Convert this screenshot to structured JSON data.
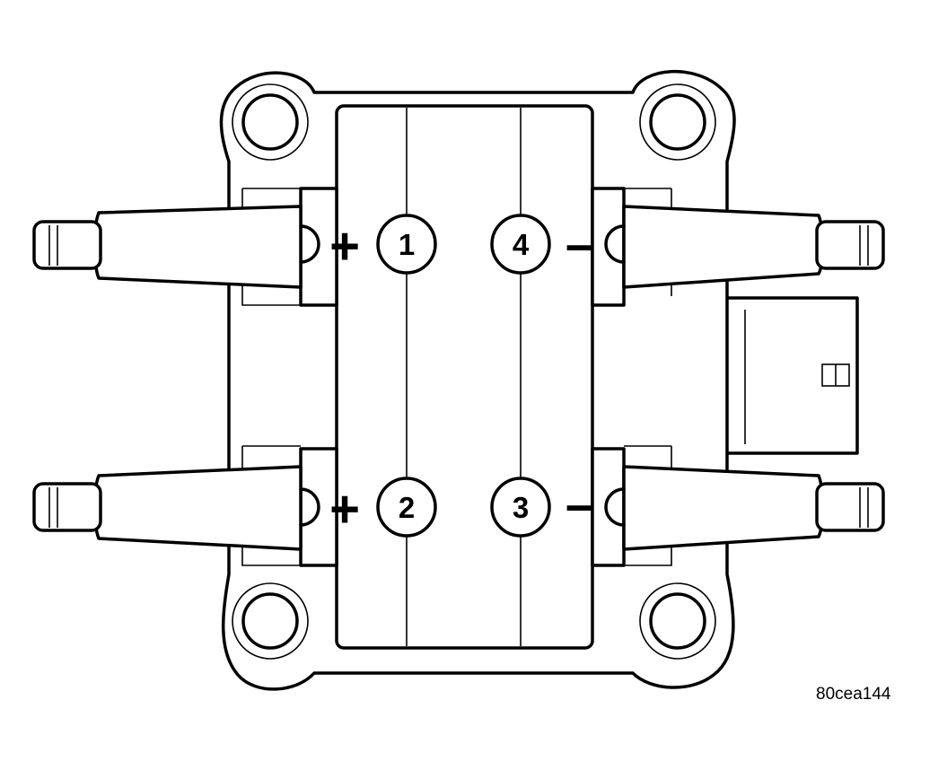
{
  "coil_pack": {
    "towers": [
      {
        "number": "1",
        "polarity": "+"
      },
      {
        "number": "4",
        "polarity": "–"
      },
      {
        "number": "2",
        "polarity": "+"
      },
      {
        "number": "3",
        "polarity": "–"
      }
    ]
  },
  "figure_id": "80cea144"
}
